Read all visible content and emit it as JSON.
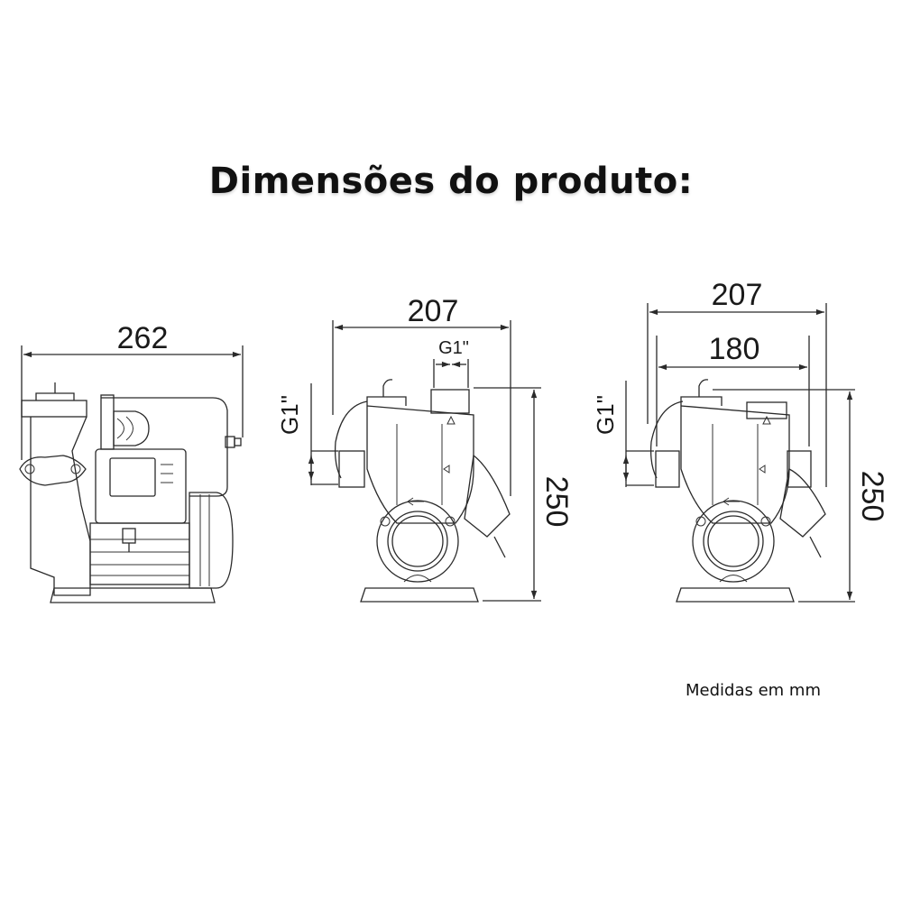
{
  "title": "Dimensões do produto:",
  "footnote": "Medidas em mm",
  "views": [
    {
      "name": "side-view",
      "width_label": "262"
    },
    {
      "name": "front-view-outlet",
      "width_label": "207",
      "outlet_label": "G1\"",
      "inlet_label": "G1\"",
      "height_label": "250"
    },
    {
      "name": "front-view-base",
      "width_label": "207",
      "base_width_label": "180",
      "inlet_label": "G1\"",
      "height_label": "250"
    }
  ],
  "colors": {
    "line": "#2a2a2a",
    "text": "#111111",
    "background": "#ffffff"
  }
}
